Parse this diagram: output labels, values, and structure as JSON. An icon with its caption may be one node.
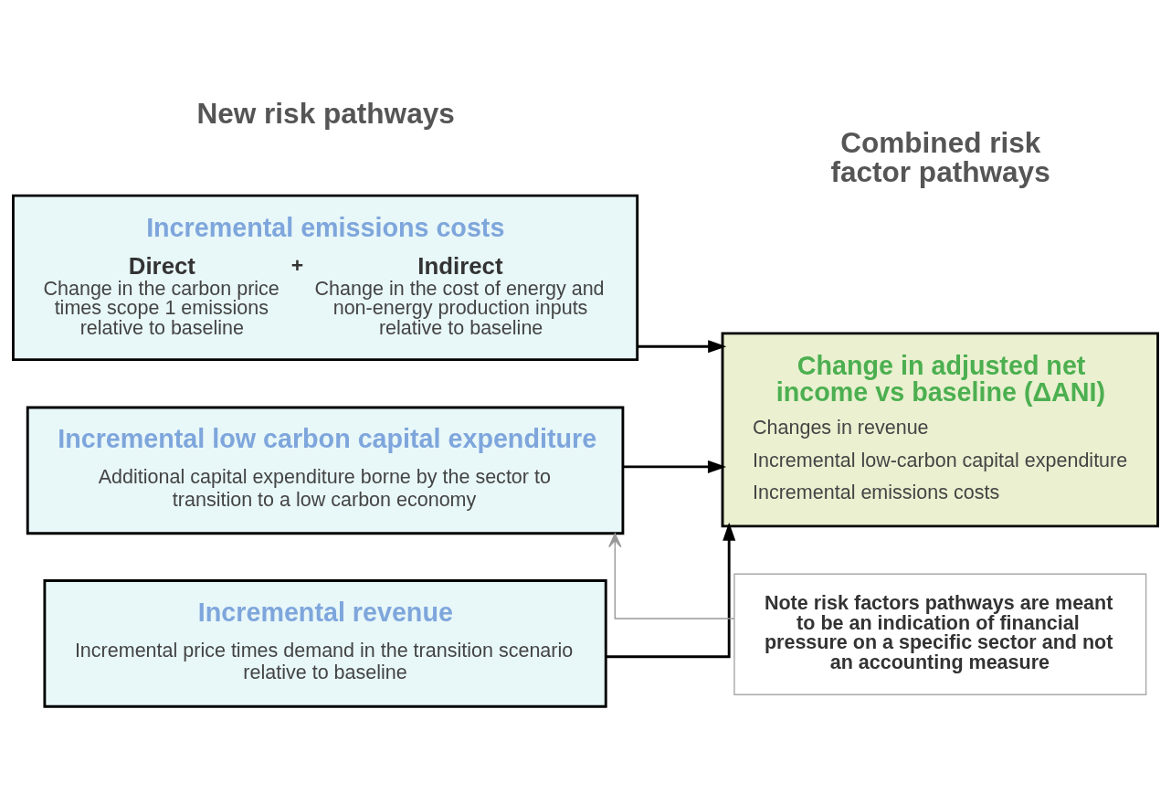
{
  "diagram": {
    "nodes": [
      {
        "text": [
          "Incremental emissions costs",
          "Direct",
          "Change in the carbon price times scope 1 emissions relative to baseline",
          "+",
          "Indirect",
          "Change in the cost of energy and non-energy production inputs relative to baseline"
        ]
      },
      {
        "text": [
          "Incremental low carbon capital expenditure",
          "Additional capital expenditure borne by the sector to transition to a low carbon economy"
        ]
      },
      {
        "text": [
          "Incremental revenue",
          "Incremental price times demand in the transition scenario relative to baseline"
        ]
      },
      {
        "text": [
          "Change in adjusted net income vs baseline (ΔANI)",
          "Changes in revenue",
          "Incremental low-carbon capital expenditure",
          "Incremental emissions costs"
        ]
      },
      {
        "text": [
          "Note risk factors pathways are meant to be an indication of financial pressure on a specific sector and not an accounting measure"
        ]
      }
    ],
    "edges": [
      {
        "from": 0,
        "to": 3,
        "arrow": "to"
      },
      {
        "from": 1,
        "to": 3,
        "arrow": "to"
      },
      {
        "from": 2,
        "to": 3,
        "arrow": "to"
      },
      {
        "from": 4,
        "to": 1,
        "arrow": "to",
        "color": "#999999"
      }
    ],
    "labels": [
      "New risk pathways",
      "Combined risk factor pathways"
    ]
  }
}
